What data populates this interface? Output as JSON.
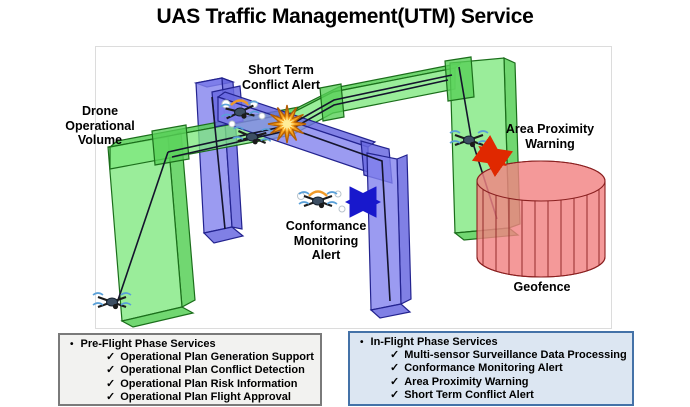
{
  "title": "UAS Traffic Management(UTM) Service",
  "diagram": {
    "labels": {
      "drone_operational_volume": "Drone\nOperational\nVolume",
      "short_term_conflict_alert": "Short Term\nConflict Alert",
      "conformance_monitoring_alert": "Conformance\nMonitoring\nAlert",
      "area_proximity_warning": "Area Proximity\nWarning",
      "geofence": "Geofence"
    },
    "colors": {
      "corridor_green": "#7de87d",
      "corridor_blue": "#8282ee",
      "geofence_red": "#f28282",
      "explosion_orange": "#f6a21f",
      "alert_arc_orange": "#f09a28",
      "arrow_blue": "#1818cc",
      "arrow_red": "#e02800"
    }
  },
  "panels": {
    "pre_flight": {
      "bullet": "•",
      "check": "✓",
      "title": "Pre-Flight Phase Services",
      "items": [
        "Operational Plan Generation Support",
        "Operational Plan Conflict Detection",
        "Operational Plan Risk Information",
        "Operational Plan Flight Approval"
      ]
    },
    "in_flight": {
      "bullet": "•",
      "check": "✓",
      "title": "In-Flight Phase Services",
      "items": [
        "Multi-sensor Surveillance Data Processing",
        "Conformance Monitoring Alert",
        "Area Proximity Warning",
        "Short Term Conflict Alert"
      ]
    }
  }
}
